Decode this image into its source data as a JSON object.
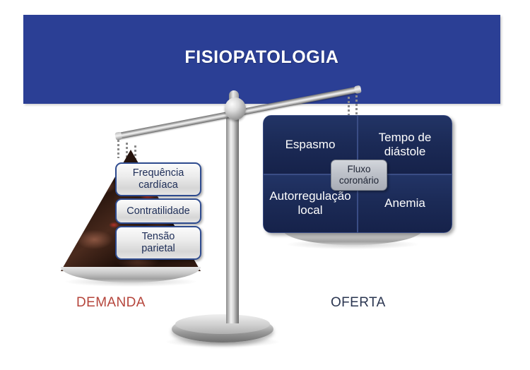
{
  "header": {
    "title": "FISIOPATOLOGIA",
    "background_color": "#2b3f95"
  },
  "balance": {
    "left_side": {
      "label": "DEMANDA",
      "label_color": "#b5453b",
      "items": [
        {
          "label": "Frequência\ncardíaca"
        },
        {
          "label": "Contratilidade"
        },
        {
          "label": "Tensão\nparietal"
        }
      ]
    },
    "right_side": {
      "label": "OFERTA",
      "label_color": "#2a3550",
      "center_box": {
        "label": "Fluxo\ncoronário",
        "color": "#bdc1c9"
      },
      "items": [
        {
          "label": "Espasmo"
        },
        {
          "label": "Tempo de\ndiástole"
        },
        {
          "label": "Autorregulação\nlocal"
        },
        {
          "label": "Anemia"
        }
      ]
    }
  }
}
